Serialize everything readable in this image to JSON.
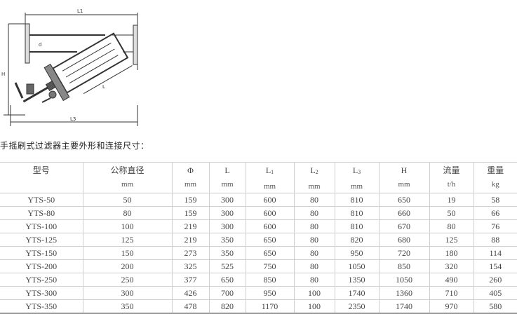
{
  "drawing": {
    "labels": {
      "top_dim": "L1",
      "bottom_dim": "L3",
      "side_dim": "H",
      "bore": "d",
      "length": "L"
    }
  },
  "caption": "手摇刷式过滤器主要外形和连接尺寸：",
  "table": {
    "columns": [
      {
        "name": "型号",
        "unit": ""
      },
      {
        "name": "公称直径",
        "unit": "mm"
      },
      {
        "name": "Φ",
        "unit": "mm"
      },
      {
        "name": "L",
        "unit": "mm"
      },
      {
        "name": "L",
        "sub": "1",
        "unit": "mm"
      },
      {
        "name": "L",
        "sub": "2",
        "unit": "mm"
      },
      {
        "name": "L",
        "sub": "3",
        "unit": "mm"
      },
      {
        "name": "H",
        "unit": "mm"
      },
      {
        "name": "流量",
        "unit": "t/h"
      },
      {
        "name": "重量",
        "unit": "kg"
      }
    ],
    "rows": [
      [
        "YTS-50",
        "50",
        "159",
        "300",
        "600",
        "80",
        "810",
        "650",
        "19",
        "58"
      ],
      [
        "YTS-80",
        "80",
        "159",
        "300",
        "600",
        "80",
        "810",
        "660",
        "50",
        "66"
      ],
      [
        "YTS-100",
        "100",
        "219",
        "300",
        "600",
        "80",
        "810",
        "670",
        "80",
        "76"
      ],
      [
        "YTS-125",
        "125",
        "219",
        "350",
        "650",
        "80",
        "820",
        "680",
        "125",
        "88"
      ],
      [
        "YTS-150",
        "150",
        "273",
        "350",
        "650",
        "80",
        "950",
        "720",
        "180",
        "114"
      ],
      [
        "YTS-200",
        "200",
        "325",
        "525",
        "750",
        "80",
        "1050",
        "850",
        "320",
        "154"
      ],
      [
        "YTS-250",
        "250",
        "377",
        "650",
        "850",
        "80",
        "1350",
        "1050",
        "490",
        "260"
      ],
      [
        "YTS-300",
        "300",
        "426",
        "700",
        "950",
        "100",
        "1740",
        "1360",
        "710",
        "405"
      ],
      [
        "YTS-350",
        "350",
        "478",
        "820",
        "1170",
        "100",
        "2350",
        "1740",
        "970",
        "580"
      ]
    ]
  }
}
